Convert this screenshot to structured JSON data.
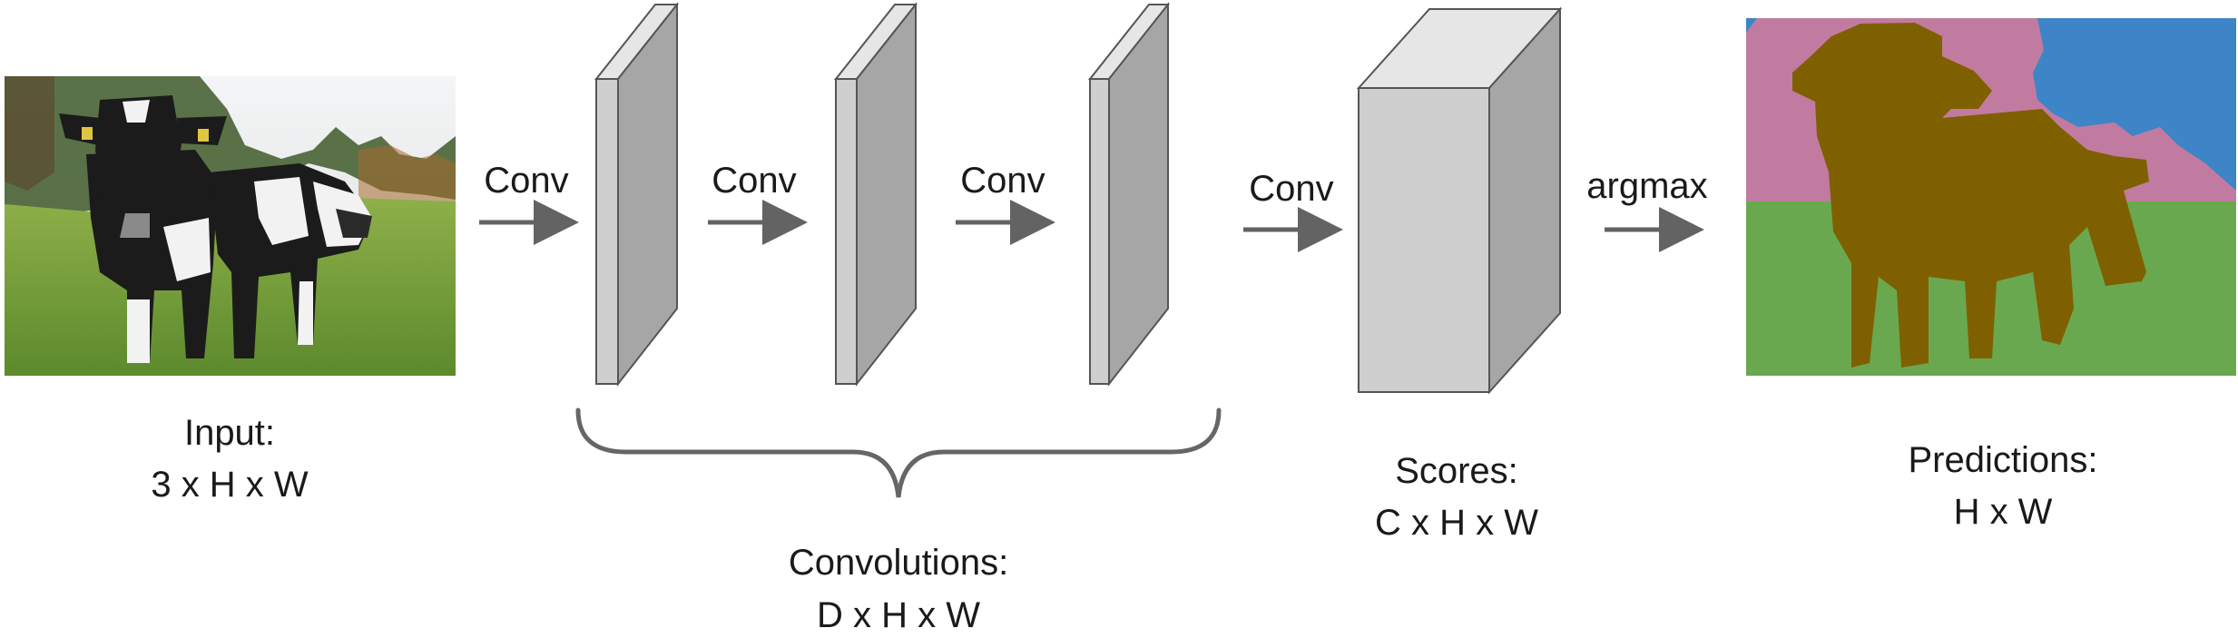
{
  "input": {
    "line1": "Input:",
    "line2": "3 x H x W"
  },
  "convolutions": {
    "line1": "Convolutions:",
    "line2": "D x H x W"
  },
  "scores": {
    "line1": "Scores:",
    "line2": "C x H x W"
  },
  "predictions": {
    "line1": "Predictions:",
    "line2": "H x W"
  },
  "arrows": {
    "conv1": "Conv",
    "conv2": "Conv",
    "conv3": "Conv",
    "conv4": "Conv",
    "argmax": "argmax"
  },
  "colors": {
    "layer_front": "#cfcfcf",
    "layer_side": "#a6a6a6",
    "layer_top": "#e6e6e6",
    "arrow": "#636363",
    "brace": "#666666",
    "seg_sky": "#3d85c6",
    "seg_tree": "#c27ba0",
    "seg_grass": "#6aa84f",
    "seg_cow": "#7f6000",
    "photo_sky": "#e9ecef",
    "photo_grass": "#6f9a3a",
    "cow_black": "#1b1b1b",
    "cow_white": "#f2f2f2"
  },
  "icons": {
    "input_image": "cow-photo",
    "prediction_image": "segmentation-map"
  }
}
